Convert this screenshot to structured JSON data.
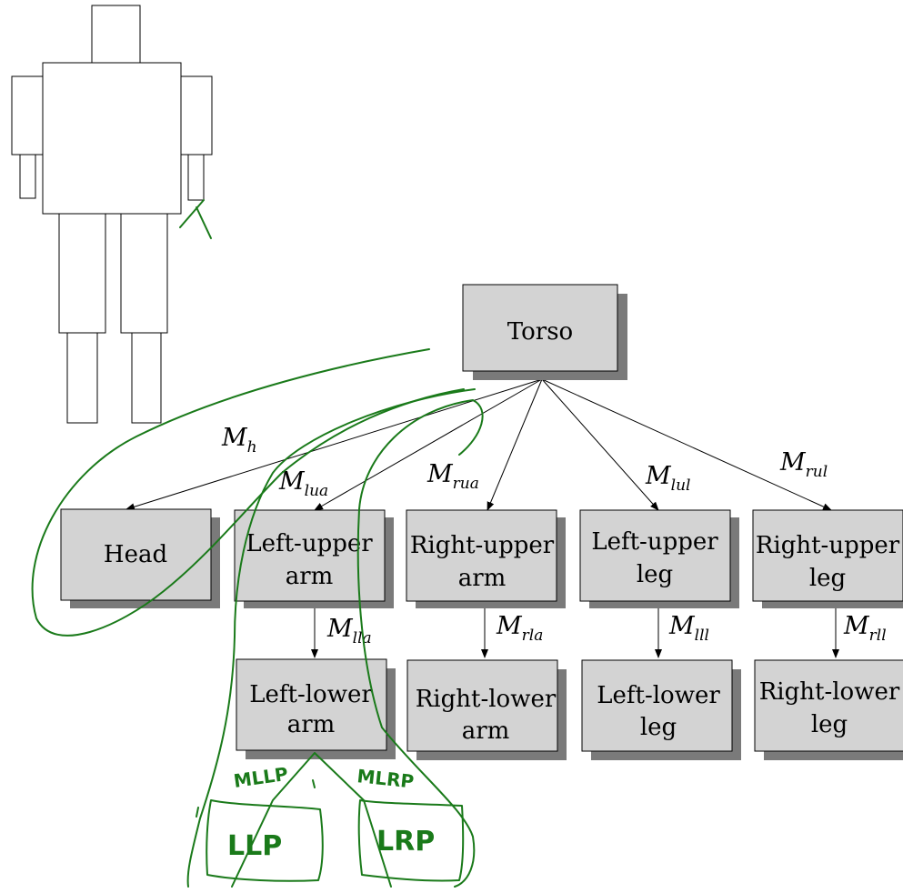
{
  "figure_nodes": {
    "torso": "Torso",
    "head": "Head",
    "left_upper_arm": [
      "Left-upper",
      "arm"
    ],
    "right_upper_arm": [
      "Right-upper",
      "arm"
    ],
    "left_upper_leg": [
      "Left-upper",
      "leg"
    ],
    "right_upper_leg": [
      "Right-upper",
      "leg"
    ],
    "left_lower_arm": [
      "Left-lower",
      "arm"
    ],
    "right_lower_arm": [
      "Right-lower",
      "arm"
    ],
    "left_lower_leg": [
      "Left-lower",
      "leg"
    ],
    "right_lower_leg": [
      "Right-lower",
      "leg"
    ]
  },
  "edge_labels": {
    "head": {
      "base": "M",
      "sub": "h"
    },
    "left_upper_arm": {
      "base": "M",
      "sub": "lua"
    },
    "right_upper_arm": {
      "base": "M",
      "sub": "rua"
    },
    "left_upper_leg": {
      "base": "M",
      "sub": "lul"
    },
    "right_upper_leg": {
      "base": "M",
      "sub": "rul"
    },
    "left_lower_arm": {
      "base": "M",
      "sub": "lla"
    },
    "right_lower_arm": {
      "base": "M",
      "sub": "rla"
    },
    "left_lower_leg": {
      "base": "M",
      "sub": "lll"
    },
    "right_lower_leg": {
      "base": "M",
      "sub": "rll"
    }
  },
  "handwritten": {
    "llp_edge": "MLLP",
    "lrp_edge": "MLRP",
    "llp_box": "LLP",
    "lrp_box": "LRP"
  },
  "colors": {
    "node_fill": "#d3d3d3",
    "node_shadow": "#7a7a7a",
    "ink": "#1a7a1a"
  }
}
